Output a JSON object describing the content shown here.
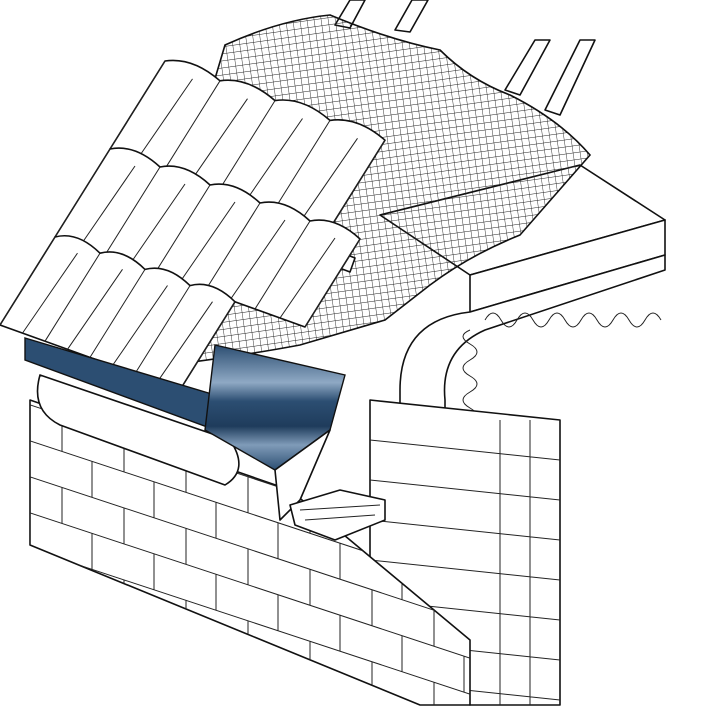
{
  "diagram": {
    "colors": {
      "line": "#111111",
      "background": "#ffffff",
      "flashing": "#2c4e72",
      "flashing_highlight": "#8fa9c4"
    },
    "components": [
      "roof-tiles",
      "breather-membrane-mesh",
      "rafters",
      "eaves-flashing",
      "gutter",
      "brick-outer-leaf",
      "insulated-wall-plate-panel",
      "steel-lintel",
      "inner-block-leaf"
    ]
  }
}
